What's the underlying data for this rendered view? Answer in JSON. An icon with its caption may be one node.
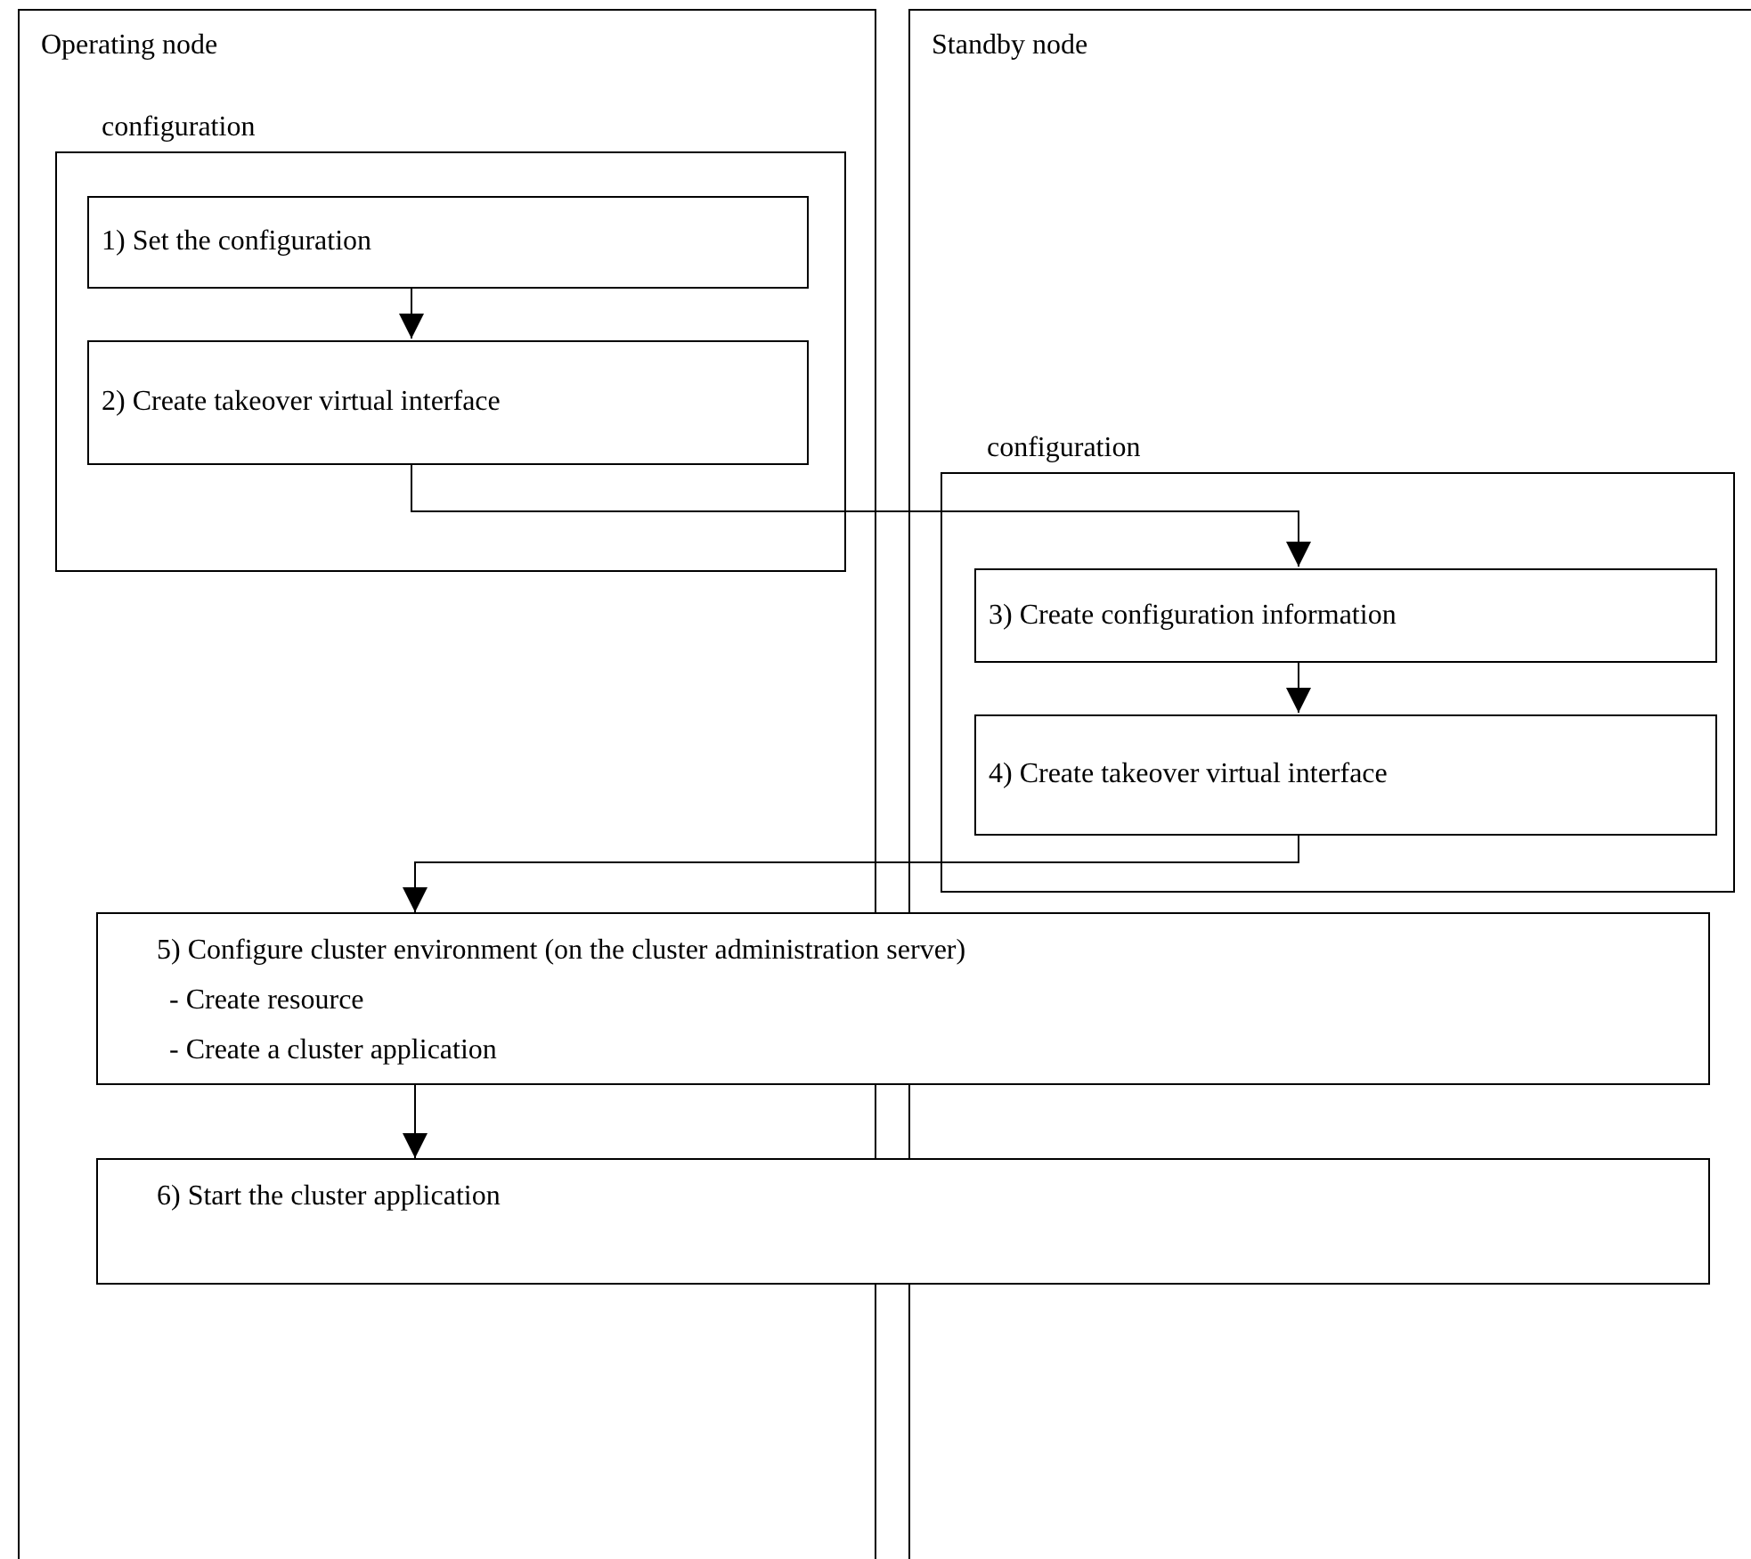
{
  "diagram": {
    "nodes": [
      {
        "text": [
          "Operating node"
        ]
      },
      {
        "text": [
          "configuration"
        ],
        "in": 0
      },
      {
        "text": [
          "1) Set the configuration"
        ],
        "in": 1
      },
      {
        "text": [
          "2) Create takeover virtual interface"
        ],
        "in": 1
      },
      {
        "text": [
          "Standby node"
        ]
      },
      {
        "text": [
          "configuration"
        ],
        "in": 4
      },
      {
        "text": [
          "3) Create configuration information"
        ],
        "in": 5
      },
      {
        "text": [
          "4) Create takeover virtual interface"
        ],
        "in": 5
      },
      {
        "text": [
          "5) Configure cluster environment (on the cluster administration server)",
          "- Create resource",
          "- Create a cluster application"
        ]
      },
      {
        "text": [
          "6) Start the cluster application"
        ]
      }
    ],
    "edges": [
      {
        "from": 2,
        "to": 3,
        "arrow": "to"
      },
      {
        "from": 3,
        "to": 6,
        "arrow": "to"
      },
      {
        "from": 6,
        "to": 7,
        "arrow": "to"
      },
      {
        "from": 7,
        "to": 8,
        "arrow": "to"
      },
      {
        "from": 8,
        "to": 9,
        "arrow": "to"
      }
    ]
  }
}
